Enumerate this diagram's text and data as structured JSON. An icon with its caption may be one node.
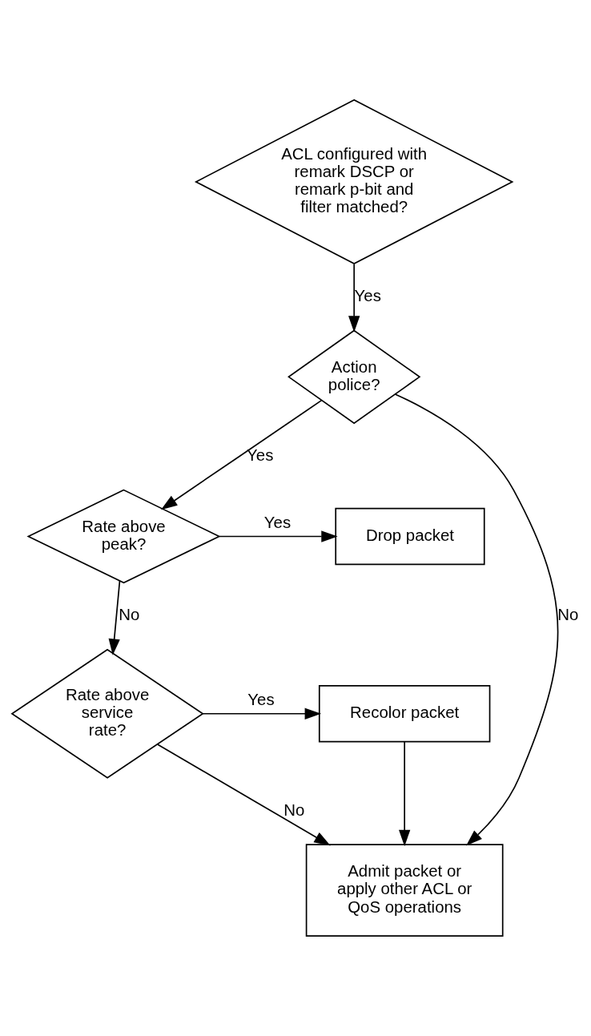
{
  "diagram": {
    "nodes": [
      {
        "text": [
          "ACL configured with remark DSCP or remark p-bit and filter matched?"
        ]
      },
      {
        "text": [
          "Action police?"
        ]
      },
      {
        "text": [
          "Rate above peak?"
        ]
      },
      {
        "text": [
          "Drop packet"
        ]
      },
      {
        "text": [
          "Rate above service rate?"
        ]
      },
      {
        "text": [
          "Recolor packet"
        ]
      },
      {
        "text": [
          "Admit packet or apply other ACL or QoS operations"
        ]
      }
    ],
    "edges": [
      {
        "from": 0,
        "to": 1,
        "arrow": "to",
        "label": "Yes"
      },
      {
        "from": 1,
        "to": 2,
        "arrow": "to",
        "label": "Yes"
      },
      {
        "from": 1,
        "to": 6,
        "arrow": "to",
        "label": "No"
      },
      {
        "from": 2,
        "to": 3,
        "arrow": "to",
        "label": "Yes"
      },
      {
        "from": 2,
        "to": 4,
        "arrow": "to",
        "label": "No"
      },
      {
        "from": 4,
        "to": 5,
        "arrow": "to",
        "label": "Yes"
      },
      {
        "from": 4,
        "to": 6,
        "arrow": "to",
        "label": "No"
      },
      {
        "from": 5,
        "to": 6,
        "arrow": "to"
      }
    ]
  }
}
